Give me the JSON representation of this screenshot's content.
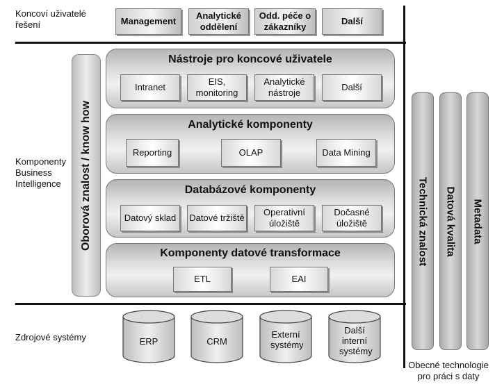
{
  "left_labels": {
    "end_users": "Koncoví uživatelé řešení",
    "bi_components": "Komponenty Business Intelligence",
    "source_systems": "Zdrojové systémy"
  },
  "top_boxes": [
    "Management",
    "Analytické oddělení",
    "Odd. péče o zákazníky",
    "Další"
  ],
  "vertical_bar": "Oborová znalost / know how",
  "panels": [
    {
      "title": "Nástroje pro koncové uživatele",
      "items": [
        "Intranet",
        "EIS, monitoring",
        "Analytické nástroje",
        "Další"
      ]
    },
    {
      "title": "Analytické komponenty",
      "items": [
        "Reporting",
        "OLAP",
        "Data Mining"
      ]
    },
    {
      "title": "Databázové komponenty",
      "items": [
        "Datový sklad",
        "Datové tržiště",
        "Operativní úložiště",
        "Dočasné úložiště"
      ]
    },
    {
      "title": "Komponenty datové transformace",
      "items": [
        "ETL",
        "EAI"
      ]
    }
  ],
  "right_columns": [
    "Technická znalost",
    "Datová kvalita",
    "Metadata"
  ],
  "right_caption": "Obecné technologie pro práci s daty",
  "source_systems": [
    "ERP",
    "CRM",
    "Externí systémy",
    "Další interní systémy"
  ]
}
